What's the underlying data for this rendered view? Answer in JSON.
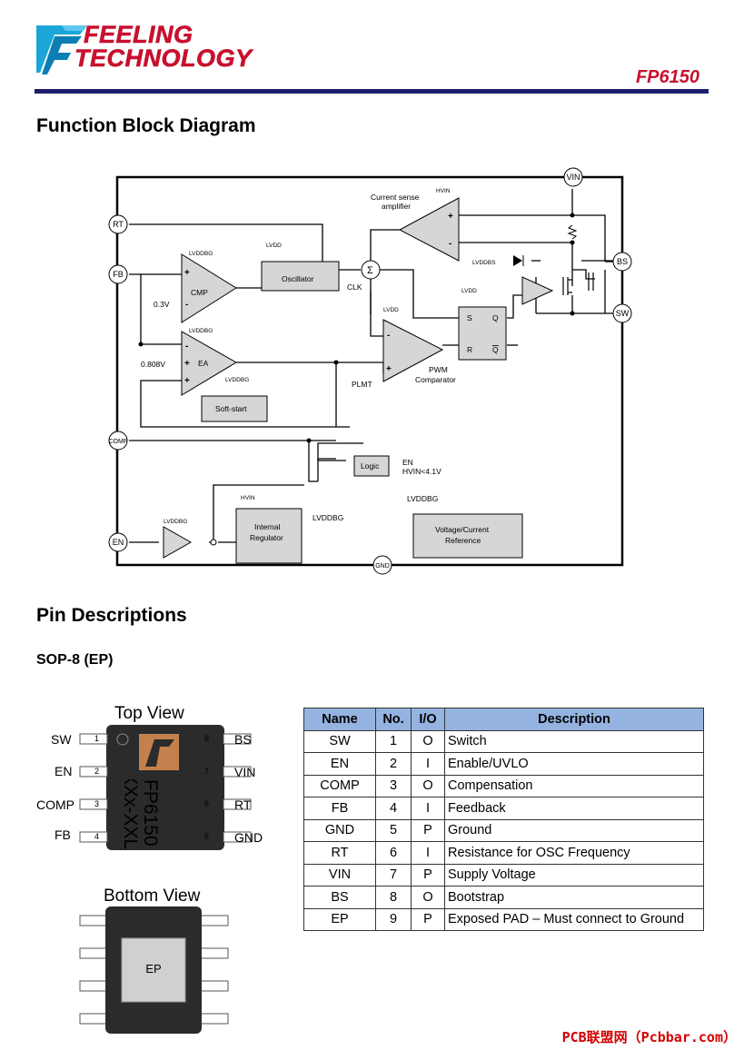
{
  "header": {
    "brand_line1": "FEELING",
    "brand_line2": "TECHNOLOGY",
    "part_number": "FP6150"
  },
  "colors": {
    "brand_red": "#c8102e",
    "rule_navy": "#1d1d6e",
    "table_header_blue": "#95b3e0",
    "chip_body": "#2b2b2b",
    "chip_logo": "#c5814d",
    "ep_pad": "#d0d0d0"
  },
  "sections": {
    "function_block_diagram": "Function Block Diagram",
    "pin_descriptions": "Pin Descriptions",
    "package": "SOP-8 (EP)"
  },
  "diagram": {
    "pins": {
      "rt": "RT",
      "fb": "FB",
      "comp": "COMP",
      "en": "EN",
      "vin": "VIN",
      "bs": "BS",
      "sw": "SW",
      "gnd": "GND"
    },
    "labels": {
      "current_sense_1": "Current sense",
      "current_sense_2": "amplifier",
      "hvin": "HVIN",
      "lvddbg": "LVDDBG",
      "lvdd": "LVDD",
      "lvddbs": "LVDDBS",
      "cmp": "CMP",
      "ea": "EA",
      "v03": "0.3V",
      "v0808": "0.808V",
      "oscillator": "Oscillator",
      "clk": "CLK",
      "sigma": "Σ",
      "s": "S",
      "q": "Q",
      "r": "R",
      "qbar": "Q",
      "pwm_1": "PWM",
      "pwm_2": "Comparator",
      "plmt": "PLMT",
      "softstart": "Soft-start",
      "logic": "Logic",
      "logic_en": "EN",
      "logic_hvin": "HVIN<4.1V",
      "reg_1": "Internal",
      "reg_2": "Regulator",
      "reg_out": "LVDDBG",
      "vref_1": "Voltage/Current",
      "vref_2": "Reference",
      "plus": "+",
      "minus": "-"
    }
  },
  "package": {
    "top_view": "Top View",
    "bottom_view": "Bottom View",
    "chip_marking_1": "FP6150",
    "chip_marking_2": "XXx-XXL",
    "ep_label": "EP",
    "left_pins": [
      {
        "name": "SW",
        "num": "1"
      },
      {
        "name": "EN",
        "num": "2"
      },
      {
        "name": "COMP",
        "num": "3"
      },
      {
        "name": "FB",
        "num": "4"
      }
    ],
    "right_pins": [
      {
        "name": "BS",
        "num": "8"
      },
      {
        "name": "VIN",
        "num": "7"
      },
      {
        "name": "RT",
        "num": "6"
      },
      {
        "name": "GND",
        "num": "5"
      }
    ]
  },
  "pin_table": {
    "headers": [
      "Name",
      "No.",
      "I/O",
      "Description"
    ],
    "rows": [
      [
        "SW",
        "1",
        "O",
        "Switch"
      ],
      [
        "EN",
        "2",
        "I",
        "Enable/UVLO"
      ],
      [
        "COMP",
        "3",
        "O",
        "Compensation"
      ],
      [
        "FB",
        "4",
        "I",
        "Feedback"
      ],
      [
        "GND",
        "5",
        "P",
        "Ground"
      ],
      [
        "RT",
        "6",
        "I",
        "Resistance for OSC Frequency"
      ],
      [
        "VIN",
        "7",
        "P",
        "Supply Voltage"
      ],
      [
        "BS",
        "8",
        "O",
        "Bootstrap"
      ],
      [
        "EP",
        "9",
        "P",
        "Exposed PAD – Must connect to Ground"
      ]
    ]
  },
  "watermark": "PCB联盟网（Pcbbar.com）"
}
